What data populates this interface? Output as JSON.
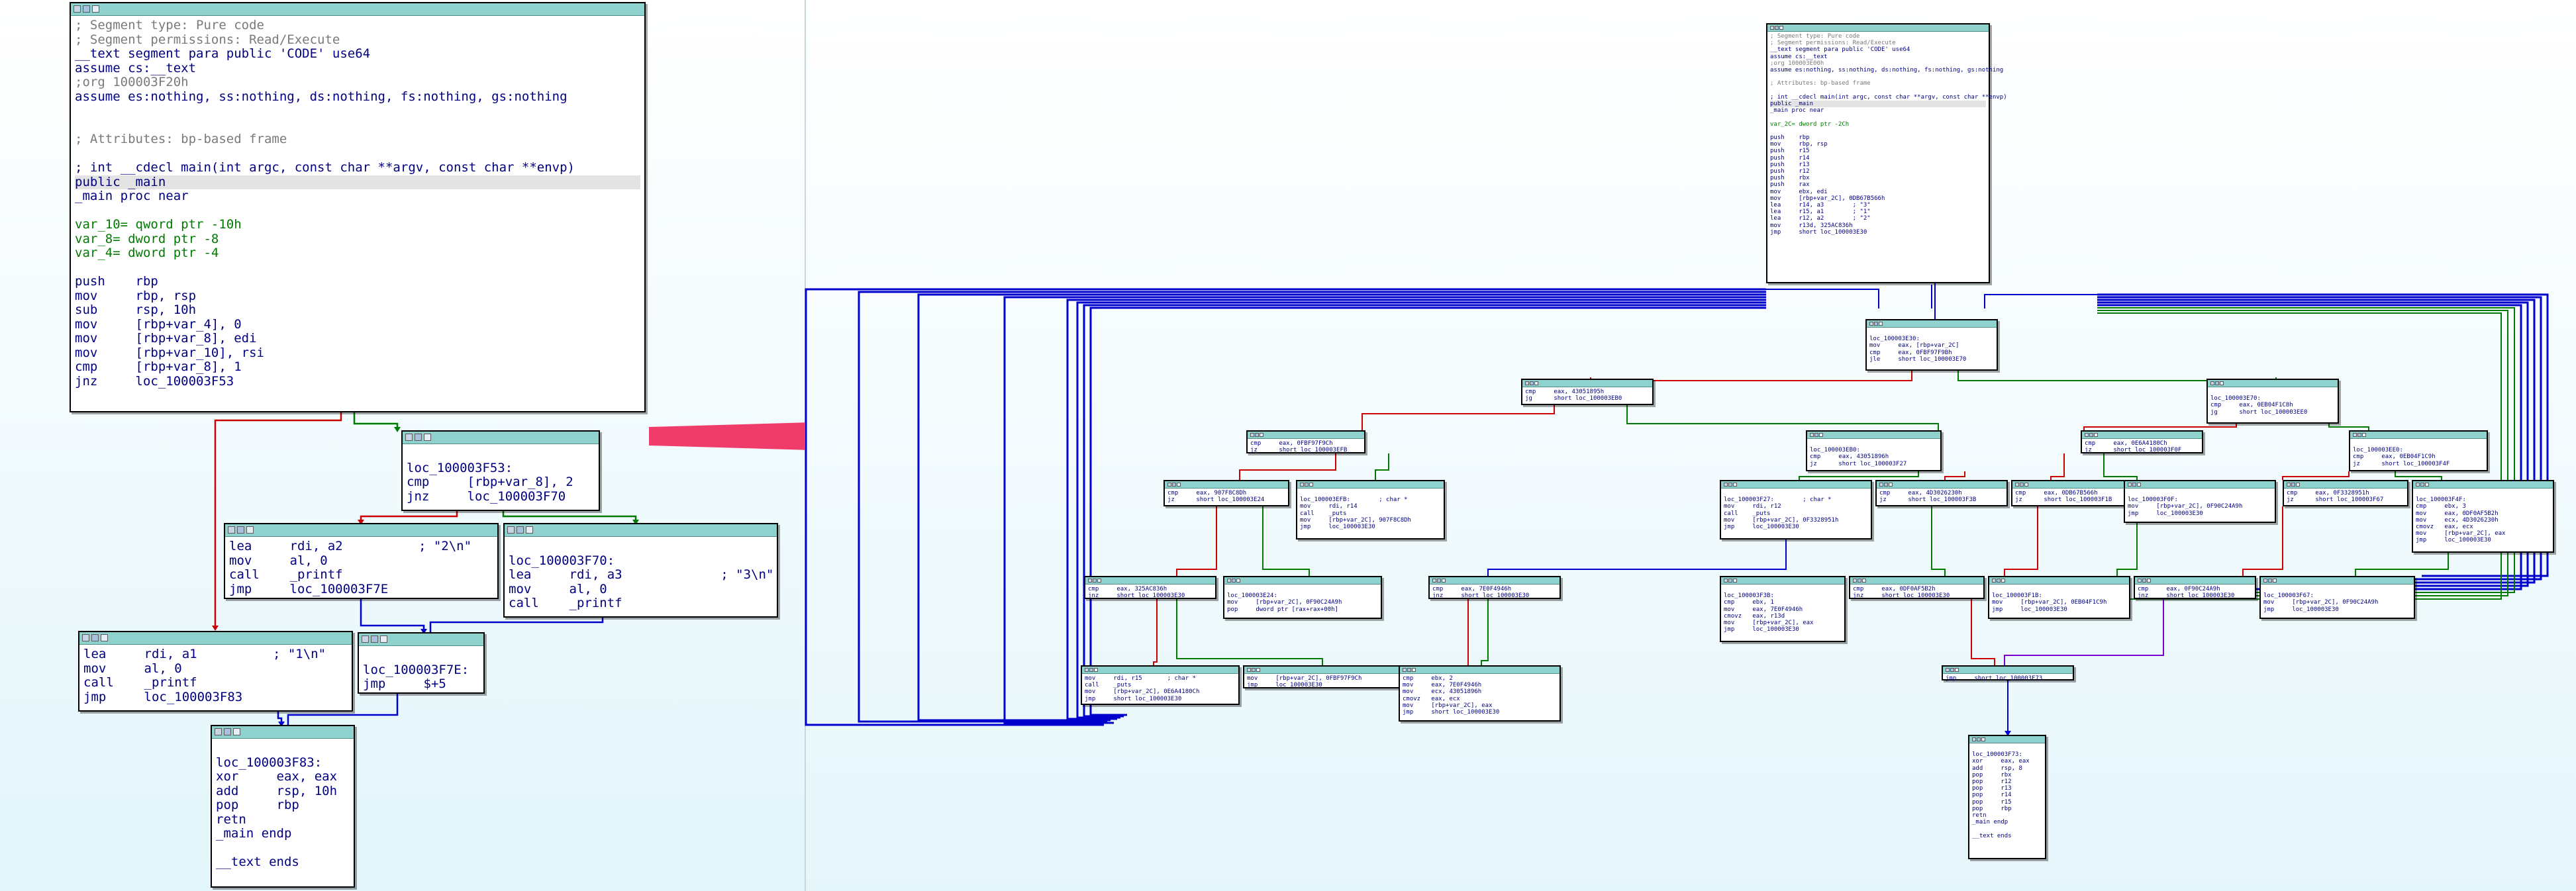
{
  "left": {
    "header": {
      "lines": [
        {
          "text": "; Segment type: Pure code",
          "style": "c"
        },
        {
          "text": "; Segment permissions: Read/Execute",
          "style": "c"
        },
        {
          "text": "__text segment para public 'CODE' use64",
          "style": "b"
        },
        {
          "text": "assume cs:__text",
          "style": "b"
        },
        {
          "text": ";org 100003F20h",
          "style": "c"
        },
        {
          "text": "assume es:nothing, ss:nothing, ds:nothing, fs:nothing, gs:nothing",
          "style": "b"
        },
        {
          "text": " ",
          "style": "b"
        },
        {
          "text": " ",
          "style": "b"
        },
        {
          "text": "; Attributes: bp-based frame",
          "style": "c"
        },
        {
          "text": " ",
          "style": "b"
        },
        {
          "text": "; int __cdecl main(int argc, const char **argv, const char **envp)",
          "style": "b"
        },
        {
          "text": "public _main",
          "style": "hl"
        },
        {
          "text": "_main proc near",
          "style": "b"
        },
        {
          "text": " ",
          "style": "b"
        },
        {
          "text": "var_10= qword ptr -10h",
          "style": "g"
        },
        {
          "text": "var_8= dword ptr -8",
          "style": "g"
        },
        {
          "text": "var_4= dword ptr -4",
          "style": "g"
        },
        {
          "text": " ",
          "style": "b"
        },
        {
          "text": "push    rbp",
          "style": "b"
        },
        {
          "text": "mov     rbp, rsp",
          "style": "b"
        },
        {
          "text": "sub     rsp, 10h",
          "style": "b"
        },
        {
          "text": "mov     [rbp+var_4], 0",
          "style": "b"
        },
        {
          "text": "mov     [rbp+var_8], edi",
          "style": "b"
        },
        {
          "text": "mov     [rbp+var_10], rsi",
          "style": "b"
        },
        {
          "text": "cmp     [rbp+var_8], 1",
          "style": "b"
        },
        {
          "text": "jnz     loc_100003F53",
          "style": "b"
        }
      ]
    },
    "loc_3F53": {
      "lines": [
        {
          "text": " ",
          "style": "b"
        },
        {
          "text": "loc_100003F53:",
          "style": "b"
        },
        {
          "text": "cmp     [rbp+var_8], 2",
          "style": "b"
        },
        {
          "text": "jnz     loc_100003F70",
          "style": "b"
        }
      ]
    },
    "print2": {
      "lines": [
        {
          "text": "lea     rdi, a2          ; \"2\\n\"",
          "style": "b"
        },
        {
          "text": "mov     al, 0",
          "style": "b"
        },
        {
          "text": "call    _printf",
          "style": "b"
        },
        {
          "text": "jmp     loc_100003F7E",
          "style": "b"
        }
      ]
    },
    "loc_3F70": {
      "lines": [
        {
          "text": " ",
          "style": "b"
        },
        {
          "text": "loc_100003F70:",
          "style": "b"
        },
        {
          "text": "lea     rdi, a3             ; \"3\\n\"",
          "style": "b"
        },
        {
          "text": "mov     al, 0",
          "style": "b"
        },
        {
          "text": "call    _printf",
          "style": "b"
        }
      ]
    },
    "print1": {
      "lines": [
        {
          "text": "lea     rdi, a1          ; \"1\\n\"",
          "style": "b"
        },
        {
          "text": "mov     al, 0",
          "style": "b"
        },
        {
          "text": "call    _printf",
          "style": "b"
        },
        {
          "text": "jmp     loc_100003F83",
          "style": "b"
        }
      ]
    },
    "loc_3F7E": {
      "lines": [
        {
          "text": " ",
          "style": "b"
        },
        {
          "text": "loc_100003F7E:",
          "style": "b"
        },
        {
          "text": "jmp     $+5",
          "style": "b"
        }
      ]
    },
    "loc_3F83": {
      "lines": [
        {
          "text": " ",
          "style": "b"
        },
        {
          "text": "loc_100003F83:",
          "style": "b"
        },
        {
          "text": "xor     eax, eax",
          "style": "b"
        },
        {
          "text": "add     rsp, 10h",
          "style": "b"
        },
        {
          "text": "pop     rbp",
          "style": "b"
        },
        {
          "text": "retn",
          "style": "b"
        },
        {
          "text": "_main endp",
          "style": "b"
        },
        {
          "text": " ",
          "style": "b"
        },
        {
          "text": "__text ends",
          "style": "b"
        }
      ]
    }
  },
  "right": {
    "header": {
      "lines": [
        {
          "text": "; Segment type: Pure code",
          "style": "c"
        },
        {
          "text": "; Segment permissions: Read/Execute",
          "style": "c"
        },
        {
          "text": "__text segment para public 'CODE' use64",
          "style": "b"
        },
        {
          "text": "assume cs:__text",
          "style": "b"
        },
        {
          "text": ";org 100003E00h",
          "style": "c"
        },
        {
          "text": "assume es:nothing, ss:nothing, ds:nothing, fs:nothing, gs:nothing",
          "style": "b"
        },
        {
          "text": " ",
          "style": "b"
        },
        {
          "text": "; Attributes: bp-based frame",
          "style": "c"
        },
        {
          "text": " ",
          "style": "b"
        },
        {
          "text": "; int __cdecl main(int argc, const char **argv, const char **envp)",
          "style": "b"
        },
        {
          "text": "public _main",
          "style": "hl"
        },
        {
          "text": "_main proc near",
          "style": "b"
        },
        {
          "text": " ",
          "style": "b"
        },
        {
          "text": "var_2C= dword ptr -2Ch",
          "style": "g"
        },
        {
          "text": " ",
          "style": "b"
        },
        {
          "text": "push    rbp",
          "style": "b"
        },
        {
          "text": "mov     rbp, rsp",
          "style": "b"
        },
        {
          "text": "push    r15",
          "style": "b"
        },
        {
          "text": "push    r14",
          "style": "b"
        },
        {
          "text": "push    r13",
          "style": "b"
        },
        {
          "text": "push    r12",
          "style": "b"
        },
        {
          "text": "push    rbx",
          "style": "b"
        },
        {
          "text": "push    rax",
          "style": "b"
        },
        {
          "text": "mov     ebx, edi",
          "style": "b"
        },
        {
          "text": "mov     [rbp+var_2C], 0DB67B566h",
          "style": "b"
        },
        {
          "text": "lea     r14, a3        ; \"3\"",
          "style": "b"
        },
        {
          "text": "lea     r15, a1        ; \"1\"",
          "style": "b"
        },
        {
          "text": "lea     r12, a2        ; \"2\"",
          "style": "b"
        },
        {
          "text": "mov     r13d, 325AC836h",
          "style": "b"
        },
        {
          "text": "jmp     short loc_100003E30",
          "style": "b"
        }
      ]
    },
    "dispatch": {
      "lines": [
        {
          "text": " ",
          "style": "b"
        },
        {
          "text": "loc_100003E30:",
          "style": "b"
        },
        {
          "text": "mov     eax, [rbp+var_2C]",
          "style": "b"
        },
        {
          "text": "cmp     eax, 0FBF97F9Bh",
          "style": "b"
        },
        {
          "text": "jle     short loc_100003E70",
          "style": "b"
        }
      ]
    },
    "n_a1": {
      "lines": [
        {
          "text": "cmp     eax, 43051895h",
          "style": "b"
        },
        {
          "text": "jg      short loc_100003EB0",
          "style": "b"
        }
      ]
    },
    "n_a2": {
      "lines": [
        {
          "text": " ",
          "style": "b"
        },
        {
          "text": "loc_100003E70:",
          "style": "b"
        },
        {
          "text": "cmp     eax, 0EB04F1C8h",
          "style": "b"
        },
        {
          "text": "jg      short loc_100003EE0",
          "style": "b"
        }
      ]
    },
    "n_b1": {
      "lines": [
        {
          "text": "cmp     eax, 0FBF97F9Ch",
          "style": "b"
        },
        {
          "text": "jz      short loc_100003EFB",
          "style": "b"
        }
      ]
    },
    "n_b2": {
      "lines": [
        {
          "text": " ",
          "style": "b"
        },
        {
          "text": "loc_100003EB0:",
          "style": "b"
        },
        {
          "text": "cmp     eax, 43051896h",
          "style": "b"
        },
        {
          "text": "jz      short loc_100003F27",
          "style": "b"
        }
      ]
    },
    "n_b3": {
      "lines": [
        {
          "text": "cmp     eax, 0E6A4180Ch",
          "style": "b"
        },
        {
          "text": "jz      short loc_100003F0F",
          "style": "b"
        }
      ]
    },
    "n_b4": {
      "lines": [
        {
          "text": " ",
          "style": "b"
        },
        {
          "text": "loc_100003EE0:",
          "style": "b"
        },
        {
          "text": "cmp     eax, 0EB04F1C9h",
          "style": "b"
        },
        {
          "text": "jz      short loc_100003F4F",
          "style": "b"
        }
      ]
    },
    "n_c1": {
      "lines": [
        {
          "text": "cmp     eax, 907F8C8Dh",
          "style": "b"
        },
        {
          "text": "jz      short loc_100003E24",
          "style": "b"
        }
      ]
    },
    "n_c2": {
      "lines": [
        {
          "text": " ",
          "style": "b"
        },
        {
          "text": "loc_100003EFB:        ; char *",
          "style": "b"
        },
        {
          "text": "mov     rdi, r14",
          "style": "b"
        },
        {
          "text": "call    _puts",
          "style": "b"
        },
        {
          "text": "mov     [rbp+var_2C], 907F8C8Dh",
          "style": "b"
        },
        {
          "text": "jmp     loc_100003E30",
          "style": "b"
        }
      ]
    },
    "n_c3": {
      "lines": [
        {
          "text": " ",
          "style": "b"
        },
        {
          "text": "loc_100003F27:        ; char *",
          "style": "b"
        },
        {
          "text": "mov     rdi, r12",
          "style": "b"
        },
        {
          "text": "call    _puts",
          "style": "b"
        },
        {
          "text": "mov     [rbp+var_2C], 0F3328951h",
          "style": "b"
        },
        {
          "text": "jmp     loc_100003E30",
          "style": "b"
        }
      ]
    },
    "n_c4": {
      "lines": [
        {
          "text": "cmp     eax, 4D3026230h",
          "style": "b"
        },
        {
          "text": "jz      short loc_100003F3B",
          "style": "b"
        }
      ]
    },
    "n_c5": {
      "lines": [
        {
          "text": "cmp     eax, 0DB67B566h",
          "style": "b"
        },
        {
          "text": "jz      short loc_100003F1B",
          "style": "b"
        }
      ]
    },
    "n_c6": {
      "lines": [
        {
          "text": " ",
          "style": "b"
        },
        {
          "text": "loc_100003F0F:",
          "style": "b"
        },
        {
          "text": "mov     [rbp+var_2C], 0F90C24A9h",
          "style": "b"
        },
        {
          "text": "jmp     loc_100003E30",
          "style": "b"
        }
      ]
    },
    "n_c7": {
      "lines": [
        {
          "text": "cmp     eax, 0F3328951h",
          "style": "b"
        },
        {
          "text": "jz      short loc_100003F67",
          "style": "b"
        }
      ]
    },
    "n_c8": {
      "lines": [
        {
          "text": " ",
          "style": "b"
        },
        {
          "text": "loc_100003F4F:",
          "style": "b"
        },
        {
          "text": "cmp     ebx, 3",
          "style": "b"
        },
        {
          "text": "mov     eax, 0DF0AF5B2h",
          "style": "b"
        },
        {
          "text": "mov     ecx, 4D3026230h",
          "style": "b"
        },
        {
          "text": "cmovz   eax, ecx",
          "style": "b"
        },
        {
          "text": "mov     [rbp+var_2C], eax",
          "style": "b"
        },
        {
          "text": "jmp     loc_100003E30",
          "style": "b"
        }
      ]
    },
    "n_d1": {
      "lines": [
        {
          "text": "cmp     eax, 325AC836h",
          "style": "b"
        },
        {
          "text": "jnz     short loc_100003E30",
          "style": "b"
        }
      ]
    },
    "n_d2": {
      "lines": [
        {
          "text": " ",
          "style": "b"
        },
        {
          "text": "loc_100003E24:",
          "style": "b"
        },
        {
          "text": "mov     [rbp+var_2C], 0F90C24A9h",
          "style": "b"
        },
        {
          "text": "pop     dword ptr [rax+rax+00h]",
          "style": "b"
        }
      ]
    },
    "n_d3": {
      "lines": [
        {
          "text": "cmp     eax, 7E0F4946h",
          "style": "b"
        },
        {
          "text": "jnz     short loc_100003E30",
          "style": "b"
        }
      ]
    },
    "n_d4": {
      "lines": [
        {
          "text": " ",
          "style": "b"
        },
        {
          "text": "loc_100003F3B:",
          "style": "b"
        },
        {
          "text": "cmp     ebx, 1",
          "style": "b"
        },
        {
          "text": "mov     eax, 7E0F4946h",
          "style": "b"
        },
        {
          "text": "cmovz   eax, r13d",
          "style": "b"
        },
        {
          "text": "mov     [rbp+var_2C], eax",
          "style": "b"
        },
        {
          "text": "jmp     loc_100003E30",
          "style": "b"
        }
      ]
    },
    "n_d5": {
      "lines": [
        {
          "text": "cmp     eax, 0DF0AF5B2h",
          "style": "b"
        },
        {
          "text": "jnz     short loc_100003E30",
          "style": "b"
        }
      ]
    },
    "n_d6": {
      "lines": [
        {
          "text": " ",
          "style": "b"
        },
        {
          "text": "loc_100003F1B:",
          "style": "b"
        },
        {
          "text": "mov     [rbp+var_2C], 0EB04F1C9h",
          "style": "b"
        },
        {
          "text": "jmp     loc_100003E30",
          "style": "b"
        }
      ]
    },
    "n_d7": {
      "lines": [
        {
          "text": "cmp     eax, 0F90C24A9h",
          "style": "b"
        },
        {
          "text": "jnz     short loc_100003E30",
          "style": "b"
        }
      ]
    },
    "n_d8": {
      "lines": [
        {
          "text": " ",
          "style": "b"
        },
        {
          "text": "loc_100003F67:",
          "style": "b"
        },
        {
          "text": "mov     [rbp+var_2C], 0F90C24A9h",
          "style": "b"
        },
        {
          "text": "jmp     loc_100003E30",
          "style": "b"
        }
      ]
    },
    "n_e1": {
      "lines": [
        {
          "text": "mov     rdi, r15       ; char *",
          "style": "b"
        },
        {
          "text": "call    _puts",
          "style": "b"
        },
        {
          "text": "mov     [rbp+var_2C], 0E6A4180Ch",
          "style": "b"
        },
        {
          "text": "jmp     short loc_100003E30",
          "style": "b"
        }
      ]
    },
    "n_e2": {
      "lines": [
        {
          "text": "mov     [rbp+var_2C], 0FBF97F9Ch",
          "style": "b"
        },
        {
          "text": "jmp     loc_100003E30",
          "style": "b"
        }
      ]
    },
    "n_e3": {
      "lines": [
        {
          "text": "cmp     ebx, 2",
          "style": "b"
        },
        {
          "text": "mov     eax, 7E0F4946h",
          "style": "b"
        },
        {
          "text": "mov     ecx, 43051896h",
          "style": "b"
        },
        {
          "text": "cmovz   eax, ecx",
          "style": "b"
        },
        {
          "text": "mov     [rbp+var_2C], eax",
          "style": "b"
        },
        {
          "text": "jmp     short loc_100003E30",
          "style": "b"
        }
      ]
    },
    "n_f1": {
      "lines": [
        {
          "text": "jmp     short loc_100003F73",
          "style": "b"
        }
      ]
    },
    "n_g1": {
      "lines": [
        {
          "text": " ",
          "style": "b"
        },
        {
          "text": "loc_100003F73:",
          "style": "b"
        },
        {
          "text": "xor     eax, eax",
          "style": "b"
        },
        {
          "text": "add     rsp, 8",
          "style": "b"
        },
        {
          "text": "pop     rbx",
          "style": "b"
        },
        {
          "text": "pop     r12",
          "style": "b"
        },
        {
          "text": "pop     r13",
          "style": "b"
        },
        {
          "text": "pop     r14",
          "style": "b"
        },
        {
          "text": "pop     r15",
          "style": "b"
        },
        {
          "text": "pop     rbp",
          "style": "b"
        },
        {
          "text": "retn",
          "style": "b"
        },
        {
          "text": "_main endp",
          "style": "b"
        },
        {
          "text": " ",
          "style": "b"
        },
        {
          "text": "__text ends",
          "style": "b"
        }
      ]
    }
  },
  "colors": {
    "true_edge": "#007a00",
    "false_edge": "#cc0000",
    "jump_edge": "#0000cc",
    "arrow": "#f03c6a",
    "node_header": "#8fd1cc"
  }
}
